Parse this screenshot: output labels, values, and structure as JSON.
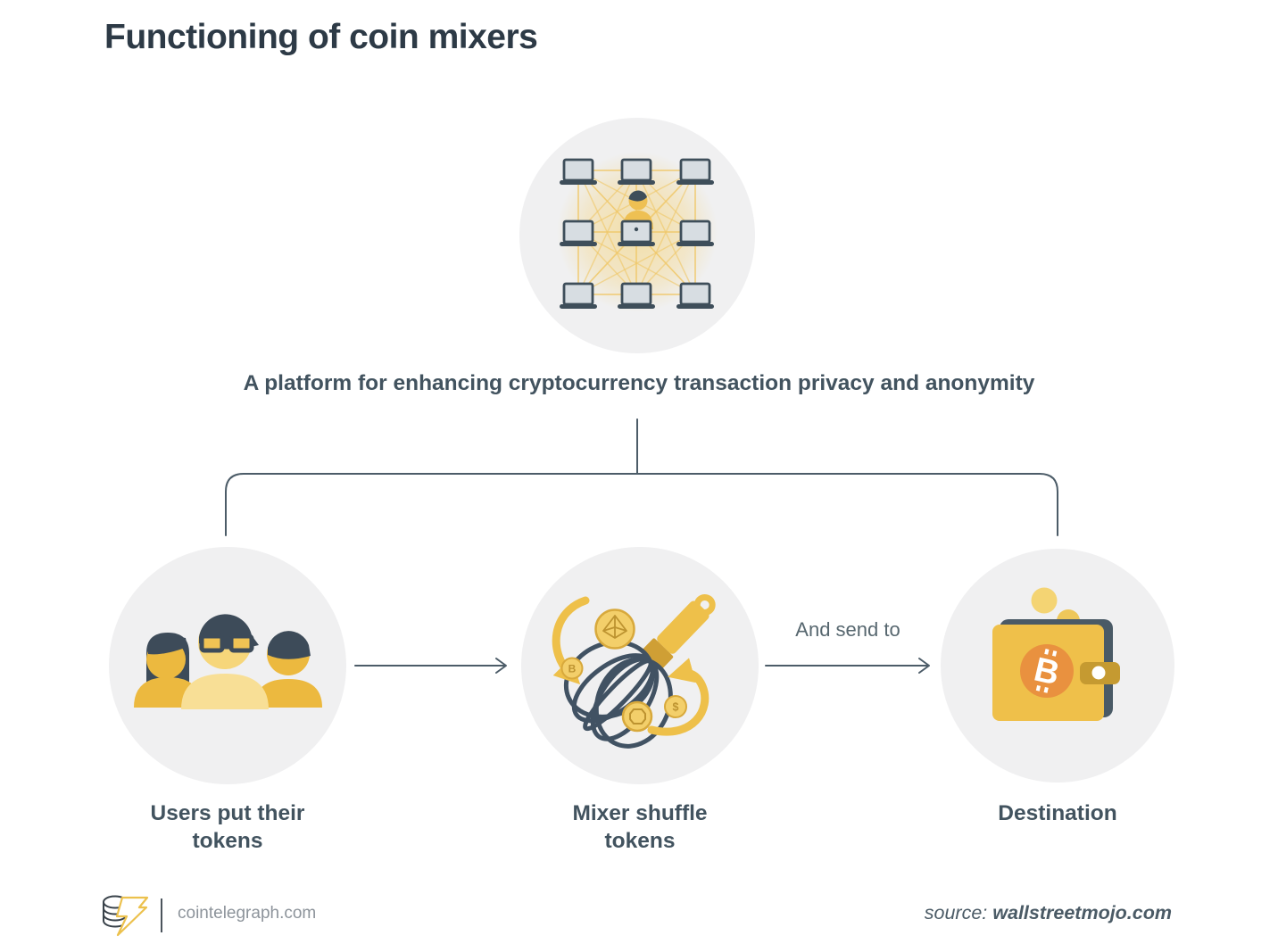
{
  "title": "Functioning of coin mixers",
  "platform": {
    "description": "A platform for enhancing cryptocurrency transaction privacy and anonymity"
  },
  "steps": [
    {
      "id": "users",
      "label": "Users put their\ntokens"
    },
    {
      "id": "mixer",
      "label": "Mixer shuffle\ntokens"
    },
    {
      "id": "destination",
      "label": "Destination"
    }
  ],
  "flow": {
    "send_label": "And send to"
  },
  "icons": {
    "mixer_coin_b": "B",
    "mixer_coin_s": "$",
    "wallet_btc_symbol": "B"
  },
  "footer": {
    "brand": "cointelegraph.com",
    "source_prefix": "source:",
    "source_name": "wallstreetmojo.com"
  },
  "colors": {
    "accent_yellow": "#eec04a",
    "light_yellow": "#f4d67c",
    "slate_text": "#42535f",
    "icon_slate": "#3e4e5a",
    "orange": "#e9913f",
    "circle_bg": "#f0f0f1",
    "mesh_yellow": "#f0c869"
  }
}
